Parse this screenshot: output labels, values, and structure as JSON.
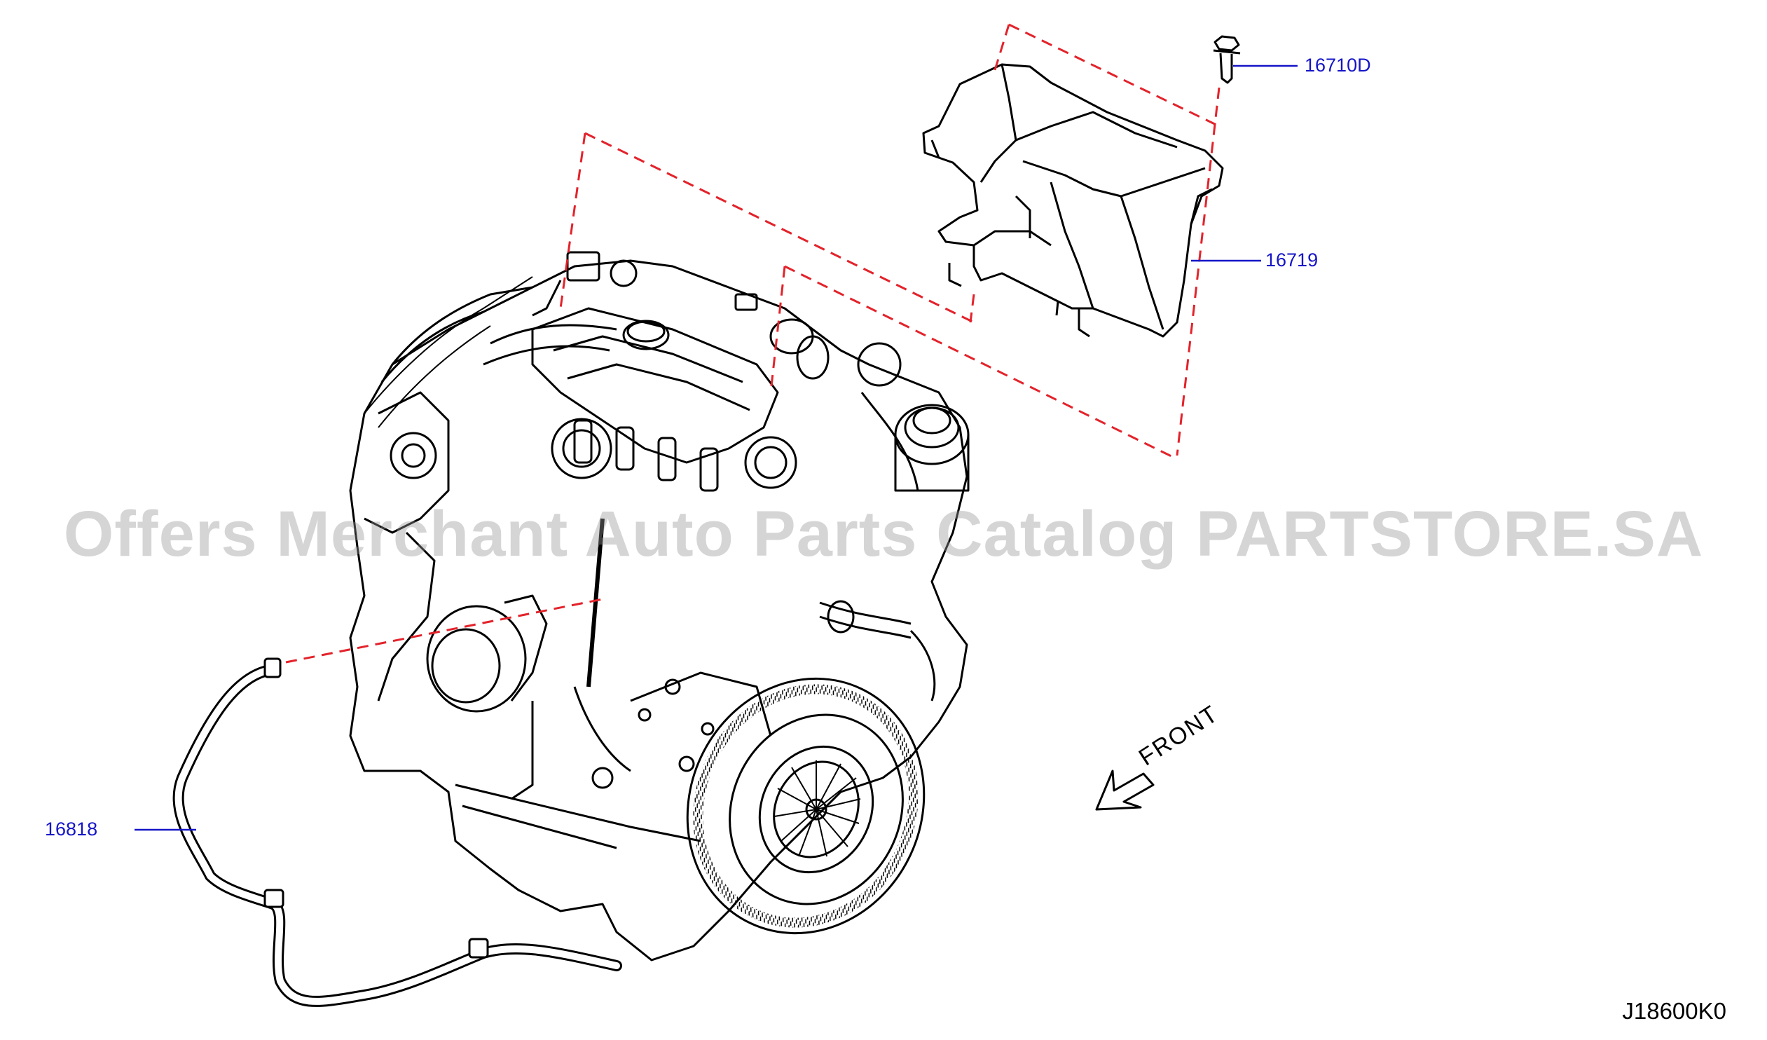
{
  "callouts": {
    "bolt": "16710D",
    "cover": "16719",
    "hose": "16818"
  },
  "direction_label": "FRONT",
  "figure_id": "J18600K0",
  "watermark": "Offers Merchant Auto Parts Catalog PARTSTORE.SA",
  "colors": {
    "callout_text": "#1515c8",
    "dashed_guides": "#e3232b",
    "line_art": "#000000"
  }
}
